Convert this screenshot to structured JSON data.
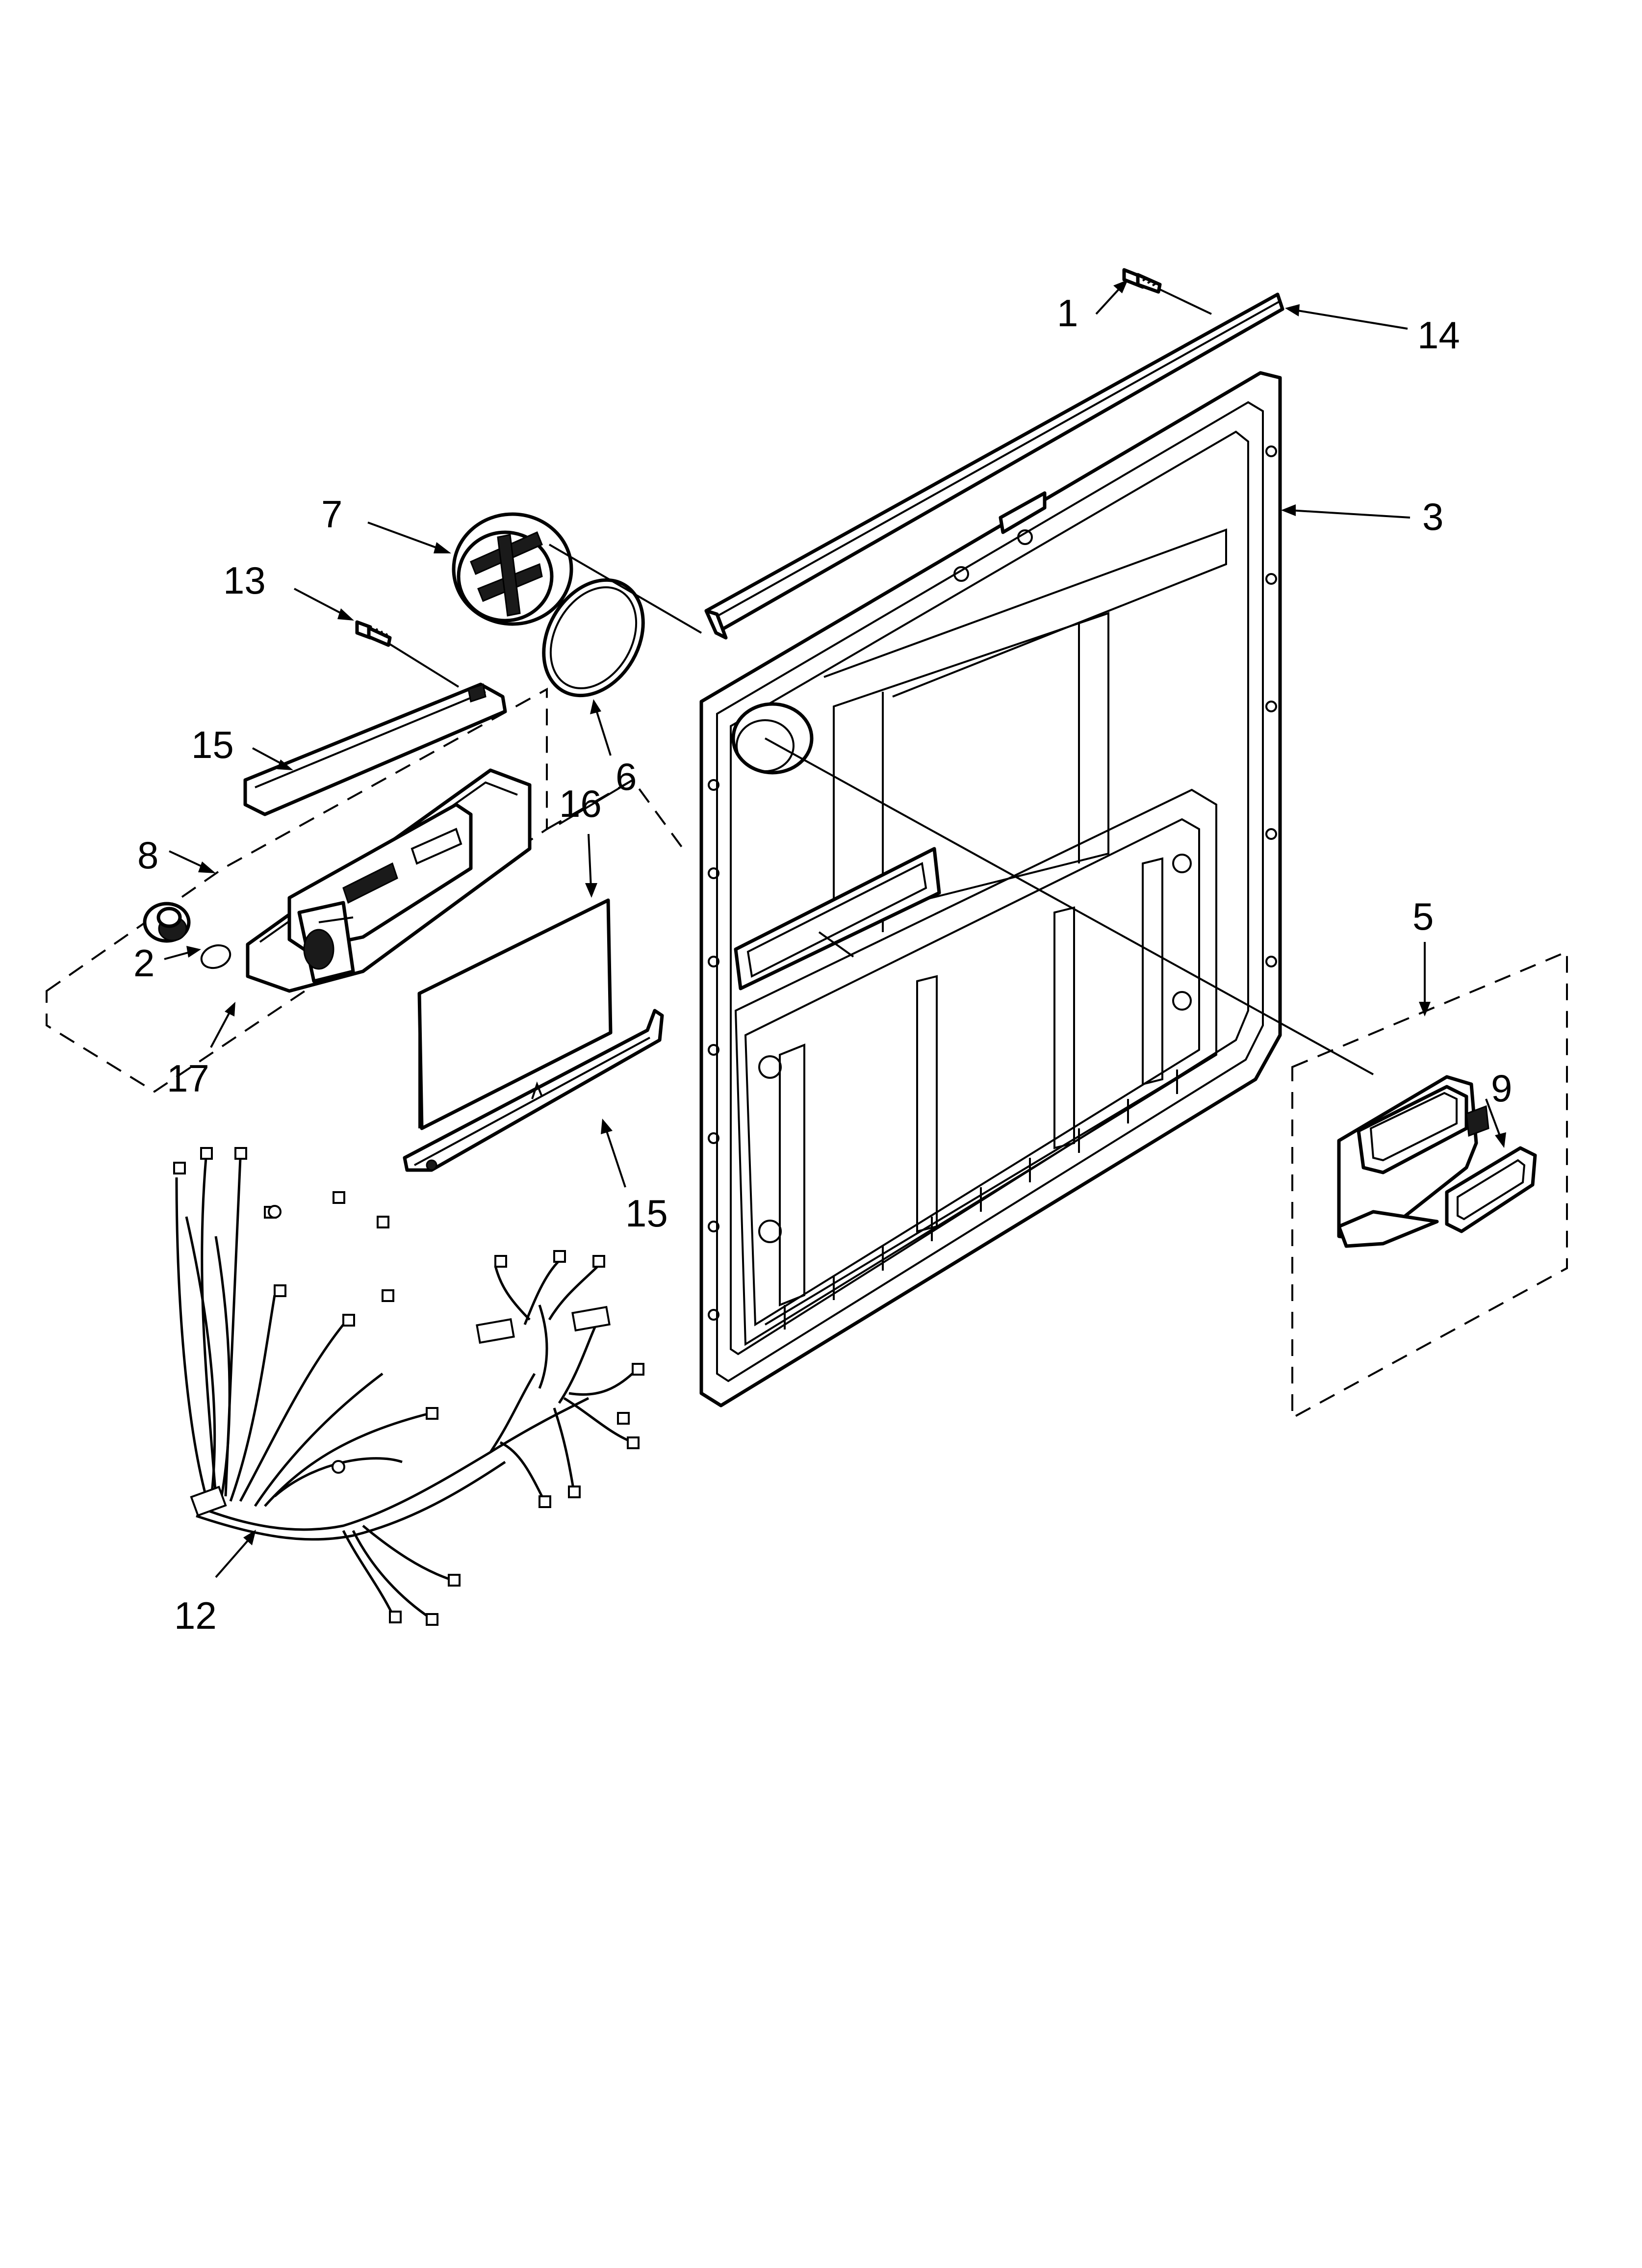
{
  "diagram": {
    "callouts": [
      {
        "id": "c1",
        "text": "1"
      },
      {
        "id": "c2",
        "text": "2"
      },
      {
        "id": "c3",
        "text": "3"
      },
      {
        "id": "c5",
        "text": "5"
      },
      {
        "id": "c6",
        "text": "6"
      },
      {
        "id": "c7",
        "text": "7"
      },
      {
        "id": "c8",
        "text": "8"
      },
      {
        "id": "c9",
        "text": "9"
      },
      {
        "id": "c12",
        "text": "12"
      },
      {
        "id": "c13",
        "text": "13"
      },
      {
        "id": "c14",
        "text": "14"
      },
      {
        "id": "c15a",
        "text": "15"
      },
      {
        "id": "c15b",
        "text": "15"
      },
      {
        "id": "c16",
        "text": "16"
      },
      {
        "id": "c17",
        "text": "17"
      }
    ],
    "line_color": "#000000",
    "background": "#ffffff"
  }
}
